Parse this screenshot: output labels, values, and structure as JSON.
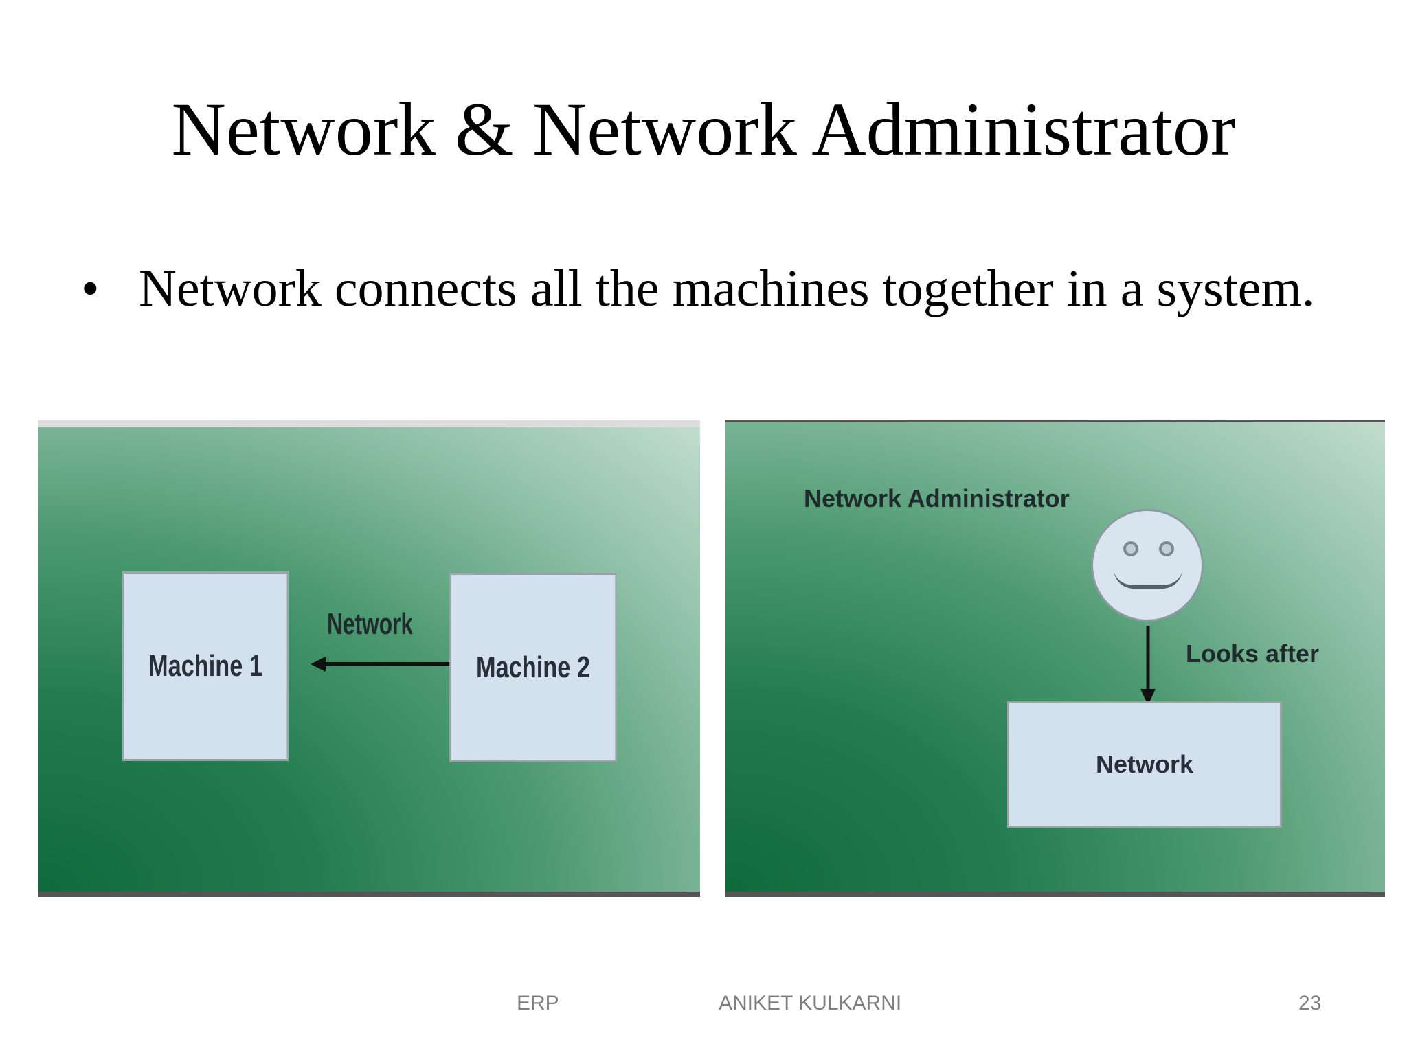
{
  "title": "Network & Network Administrator",
  "bullet": {
    "symbol": "•",
    "text": "Network connects all the machines together in a system."
  },
  "diagram_left": {
    "machine1": "Machine 1",
    "machine2": "Machine 2",
    "link_label": "Network"
  },
  "diagram_right": {
    "admin_label": "Network Administrator",
    "relation_label": "Looks after",
    "network_box": "Network"
  },
  "footer": {
    "left": "ERP",
    "center": "ANIKET KULKARNI",
    "page_number": "23"
  }
}
